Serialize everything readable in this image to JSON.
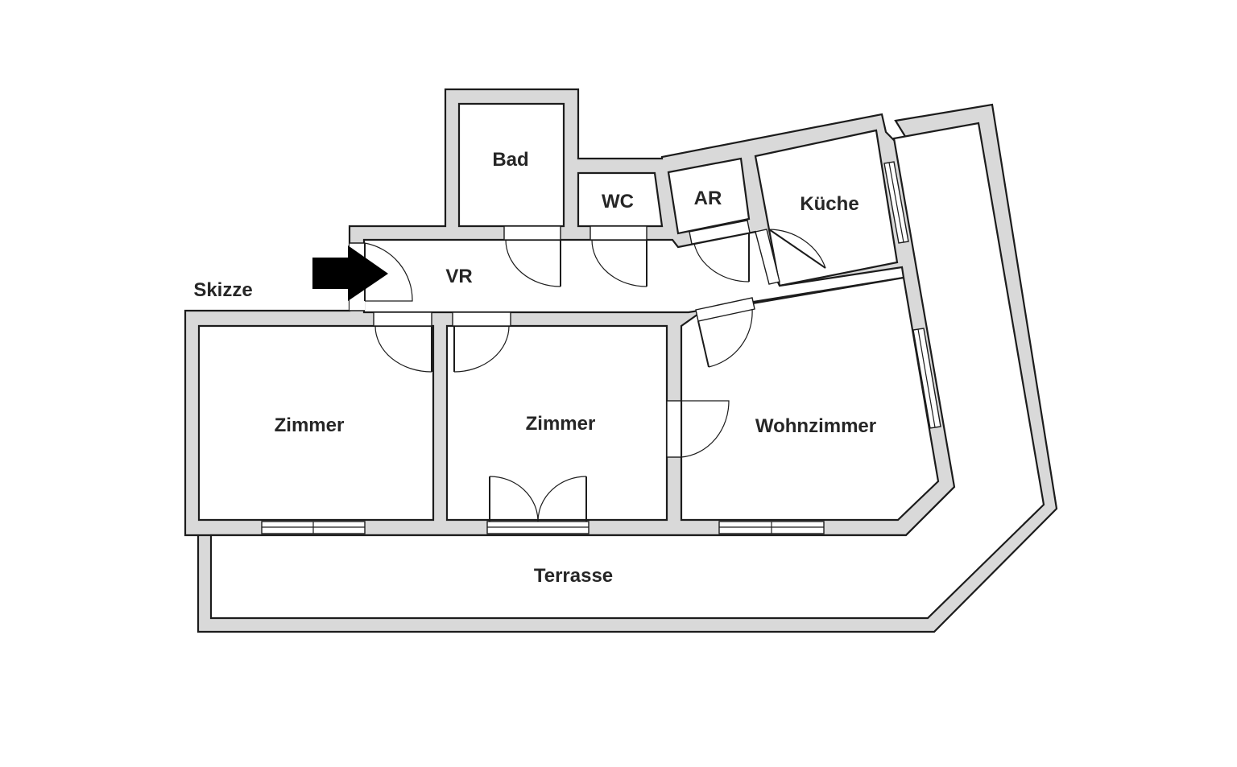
{
  "rooms": {
    "bad": "Bad",
    "wc": "WC",
    "ar": "AR",
    "kueche": "Küche",
    "vr": "VR",
    "zimmer_1": "Zimmer",
    "zimmer_2": "Zimmer",
    "wohnzimmer": "Wohnzimmer",
    "terrasse": "Terrasse"
  },
  "caption": "Skizze",
  "colors": {
    "wall": "#d9d9d9",
    "outline": "#1c1c1c",
    "room": "#ffffff",
    "arrow": "#000000"
  }
}
